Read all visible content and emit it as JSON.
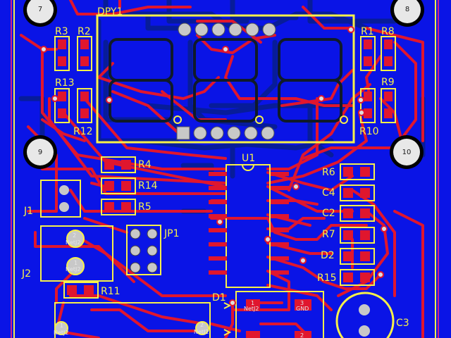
{
  "title": "PCB layout - 7-segment display board",
  "colors": {
    "board": "#0a14e6",
    "top_copper": "#e0162e",
    "bottom_copper": "#071c9a",
    "silkscreen": "#f6f04a",
    "pad": "#e0162e",
    "through_hole": "#c8c8c8",
    "mounting_hole": "#e8e8e8",
    "board_edge_magenta": "#d0208a"
  },
  "mounting_holes": [
    {
      "label": "7"
    },
    {
      "label": "8"
    },
    {
      "label": "9"
    },
    {
      "label": "10"
    }
  ],
  "designators": {
    "dpy1": "DPY1",
    "r1": "R1",
    "r2": "R2",
    "r3": "R3",
    "r8": "R8",
    "r9": "R9",
    "r10": "R10",
    "r12": "R12",
    "r13": "R13",
    "r4": "R4",
    "r14": "R14",
    "r5": "R5",
    "r6": "R6",
    "r7": "R7",
    "r11": "R11",
    "r15": "R15",
    "c2": "C2",
    "c3": "C3",
    "c4": "C4",
    "d1": "D1",
    "d2": "D2",
    "u1": "U1",
    "j1": "J1",
    "j2": "J2",
    "jp1": "JP1"
  },
  "pad_texts": {
    "j2_pad1_num": "2",
    "j2_pad1_net": "NetJ2",
    "j2_pad2_num": "1",
    "j2_pad2_net": "NetJ2",
    "bl_pad_num": "1",
    "bl_pad_net": "NetJ2",
    "bm_pad_num": "2",
    "bm_pad_net": "NetJ2",
    "d1_pad_left_num": "1",
    "d1_pad_left_net": "NetJ2",
    "d1_pad_right_num": "3",
    "d1_pad_right_net": "GND",
    "d1_pad_bottom_num": "2"
  }
}
